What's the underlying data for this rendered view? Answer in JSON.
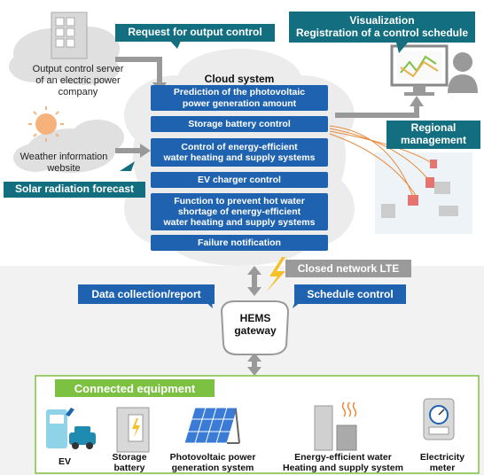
{
  "callouts": {
    "request_output_control": "Request for output control",
    "visualization": "Visualization\nRegistration of a control schedule",
    "regional_management": "Regional\nmanagement",
    "solar_radiation_forecast": "Solar radiation forecast",
    "data_collection": "Data collection/report",
    "schedule_control": "Schedule control",
    "closed_network": "Closed network LTE"
  },
  "labels": {
    "output_control_server": "Output control server\nof an electric power\ncompany",
    "weather_website": "Weather information\nwebsite",
    "cloud_title": "Cloud system",
    "hems_gateway": "HEMS\ngateway"
  },
  "cloud_functions": [
    "Prediction of the photovoltaic\npower generation amount",
    "Storage battery control",
    "Control of energy-efficient\nwater heating and supply systems",
    "EV charger control",
    "Function to prevent hot water\nshortage of energy-efficient\nwater heating and supply systems",
    "Failure notification"
  ],
  "connected_equipment": {
    "title": "Connected equipment",
    "items": [
      {
        "label": "EV"
      },
      {
        "label": "Storage\nbattery"
      },
      {
        "label": "Photovoltaic power\ngeneration system"
      },
      {
        "label": "Energy-efficient water\nHeating and supply system"
      },
      {
        "label": "Electricity\nmeter"
      }
    ]
  },
  "colors": {
    "teal": "#136f80",
    "blue": "#1f63b0",
    "green": "#7dc142",
    "gray": "#9a9a9a"
  }
}
